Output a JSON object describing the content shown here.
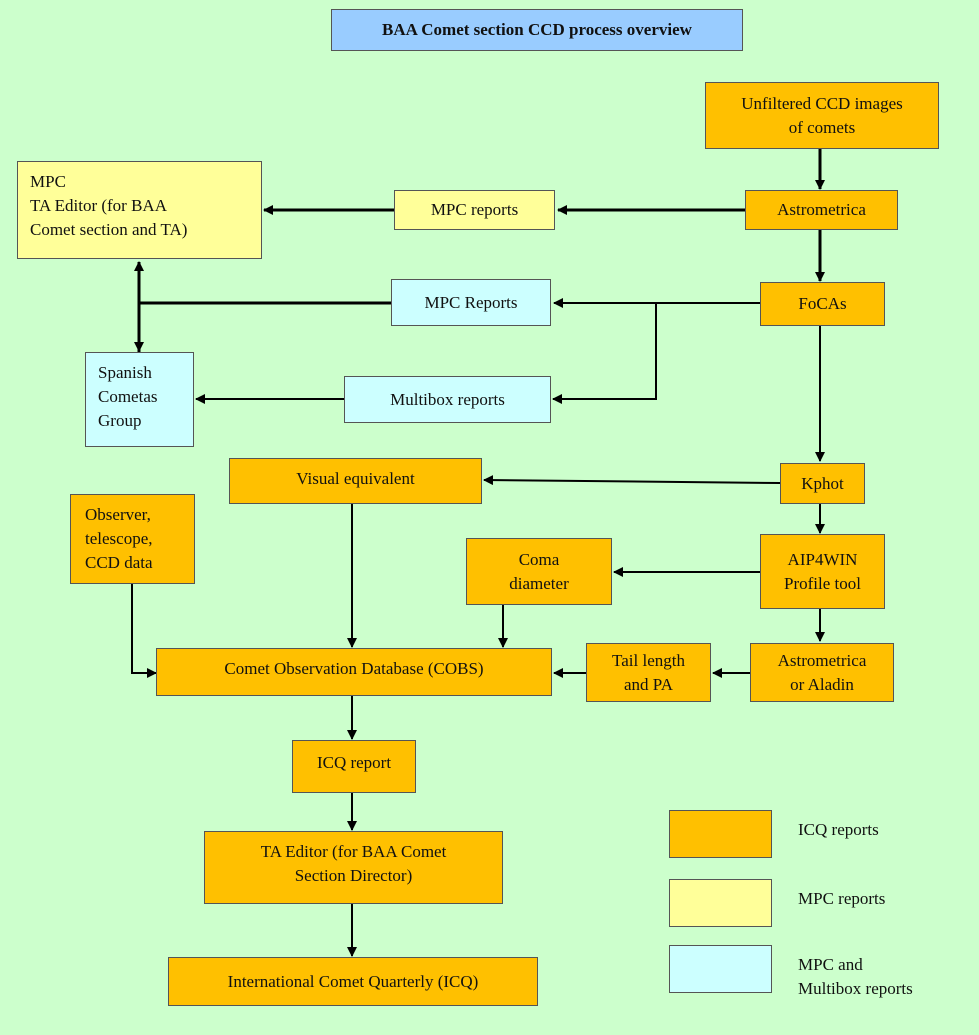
{
  "title": "BAA Comet section CCD process overview",
  "colors": {
    "background": "#ccffcc",
    "icq": "#ffc000",
    "mpc": "#ffff99",
    "mpc_multibox": "#ccffff",
    "title": "#99ccff"
  },
  "nodes": {
    "unfiltered": "Unfiltered CCD images\nof comets",
    "astrometrica": "Astrometrica",
    "mpc_ta_editor": "MPC\nTA Editor (for BAA\nComet section and TA)",
    "mpc_reports_1": "MPC reports",
    "focas": "FoCAs",
    "mpc_reports_2": "MPC Reports",
    "spanish": "Spanish\nCometas\nGroup",
    "multibox": "Multibox reports",
    "visual": "Visual equivalent",
    "kphot": "Kphot",
    "observer": "Observer,\ntelescope,\nCCD data",
    "coma": "Coma\ndiameter",
    "aip4win": "AIP4WIN\nProfile tool",
    "cobs": "Comet Observation Database (COBS)",
    "tail": "Tail length\nand PA",
    "astro_aladin": "Astrometrica\nor Aladin",
    "icq_report": "ICQ report",
    "ta_editor": "TA Editor (for BAA Comet\nSection Director)",
    "icq": "International Comet Quarterly (ICQ)"
  },
  "legend": [
    {
      "label": "ICQ reports"
    },
    {
      "label": "MPC reports"
    },
    {
      "label": "MPC and\nMultibox reports"
    }
  ]
}
